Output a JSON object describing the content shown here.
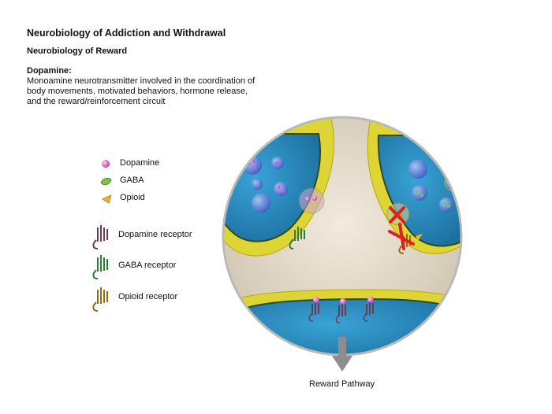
{
  "header": {
    "title": "Neurobiology of Addiction and Withdrawal",
    "subtitle": "Neurobiology of Reward"
  },
  "definition": {
    "term": "Dopamine:",
    "text": "Monoamine neurotransmitter involved in the coordination of body movements, motivated behaviors, hormone release, and the reward/reinforcement circuit"
  },
  "legend": {
    "dopamine": "Dopamine",
    "gaba": "GABA",
    "opioid": "Opioid",
    "dopamine_receptor": "Dopamine receptor",
    "gaba_receptor": "GABA receptor",
    "opioid_receptor": "Opioid receptor"
  },
  "diagram": {
    "caption": "Reward Pathway"
  },
  "colors": {
    "dopamine": "#e056d0",
    "gaba": "#7cc24a",
    "opioid": "#f2b322",
    "dopamine_receptor": "#6e3a52",
    "gaba_receptor": "#2e7d32",
    "opioid_receptor": "#9a6a12",
    "neuron_fill": "#2f93c8",
    "membrane": "#e3dc2c",
    "synaptic_cleft": "#e6dccb",
    "block_mark": "#e02020",
    "arrow": "#8e8e8e"
  }
}
